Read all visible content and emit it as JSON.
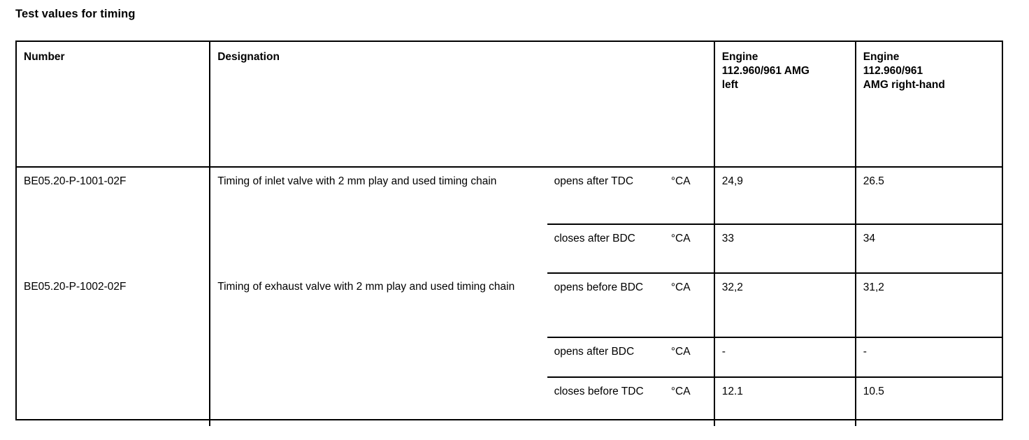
{
  "document": {
    "title": "Test values for timing"
  },
  "table": {
    "headers": {
      "number": "Number",
      "designation": "Designation",
      "engine_left": "Engine\n112.960/961 AMG\nleft",
      "engine_left_lines": [
        "Engine",
        "112.960/961 AMG",
        "left"
      ],
      "engine_right": "Engine\n112.960/961\nAMG right-hand",
      "engine_right_lines": [
        "Engine",
        "112.960/961",
        "AMG right-hand"
      ]
    },
    "rows": [
      {
        "number": "BE05.20-P-1001-02F",
        "designation": "Timing of inlet valve with 2 mm play and used timing chain",
        "subrows": [
          {
            "condition": "opens after TDC",
            "unit": "°CA",
            "left": "24,9",
            "right": "26.5"
          },
          {
            "condition": "closes after BDC",
            "unit": "°CA",
            "left": "33",
            "right": "34"
          }
        ]
      },
      {
        "number": "BE05.20-P-1002-02F",
        "designation": "Timing of exhaust valve with 2 mm play and used timing chain",
        "subrows": [
          {
            "condition": "opens before BDC",
            "unit": "°CA",
            "left": "32,2",
            "right": "31,2"
          },
          {
            "condition": "opens after BDC",
            "unit": "°CA",
            "left": "-",
            "right": "-"
          },
          {
            "condition": "closes before TDC",
            "unit": "°CA",
            "left": "12.1",
            "right": "10.5"
          }
        ]
      }
    ]
  },
  "colors": {
    "text": "#000000",
    "background": "#ffffff",
    "border": "#000000"
  }
}
